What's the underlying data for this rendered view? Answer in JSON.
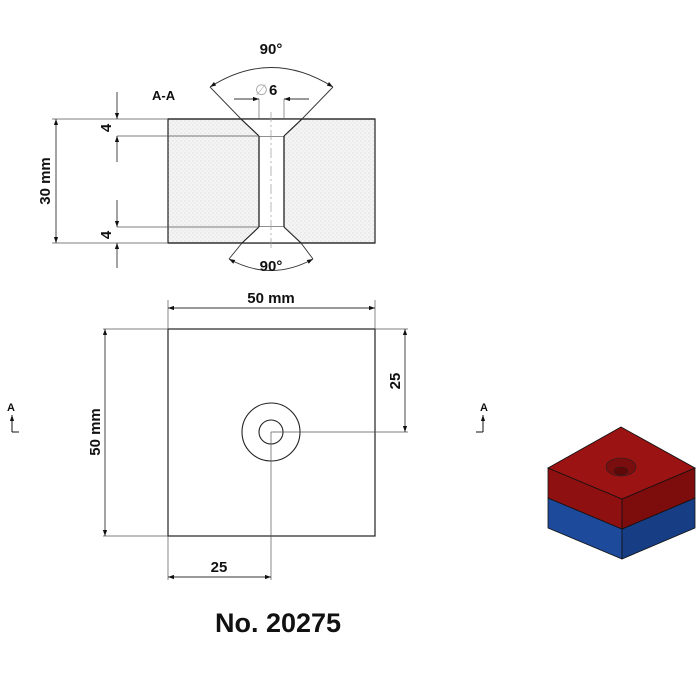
{
  "section_view": {
    "label": "A-A",
    "top_angle": "90°",
    "bottom_angle": "90°",
    "hole_diameter_symbol": "∅",
    "hole_diameter": "6",
    "height": "30 mm",
    "top_countersink_depth": "4",
    "bottom_countersink_depth": "4"
  },
  "plan_view": {
    "width": "50 mm",
    "height": "50 mm",
    "hole_offset_x": "25",
    "hole_offset_y": "25",
    "section_marker_left": "A",
    "section_marker_right": "A"
  },
  "render_3d": {
    "top_color": "#9b1313",
    "bottom_color": "#1f4fa0"
  },
  "product": {
    "number": "No. 20275"
  }
}
